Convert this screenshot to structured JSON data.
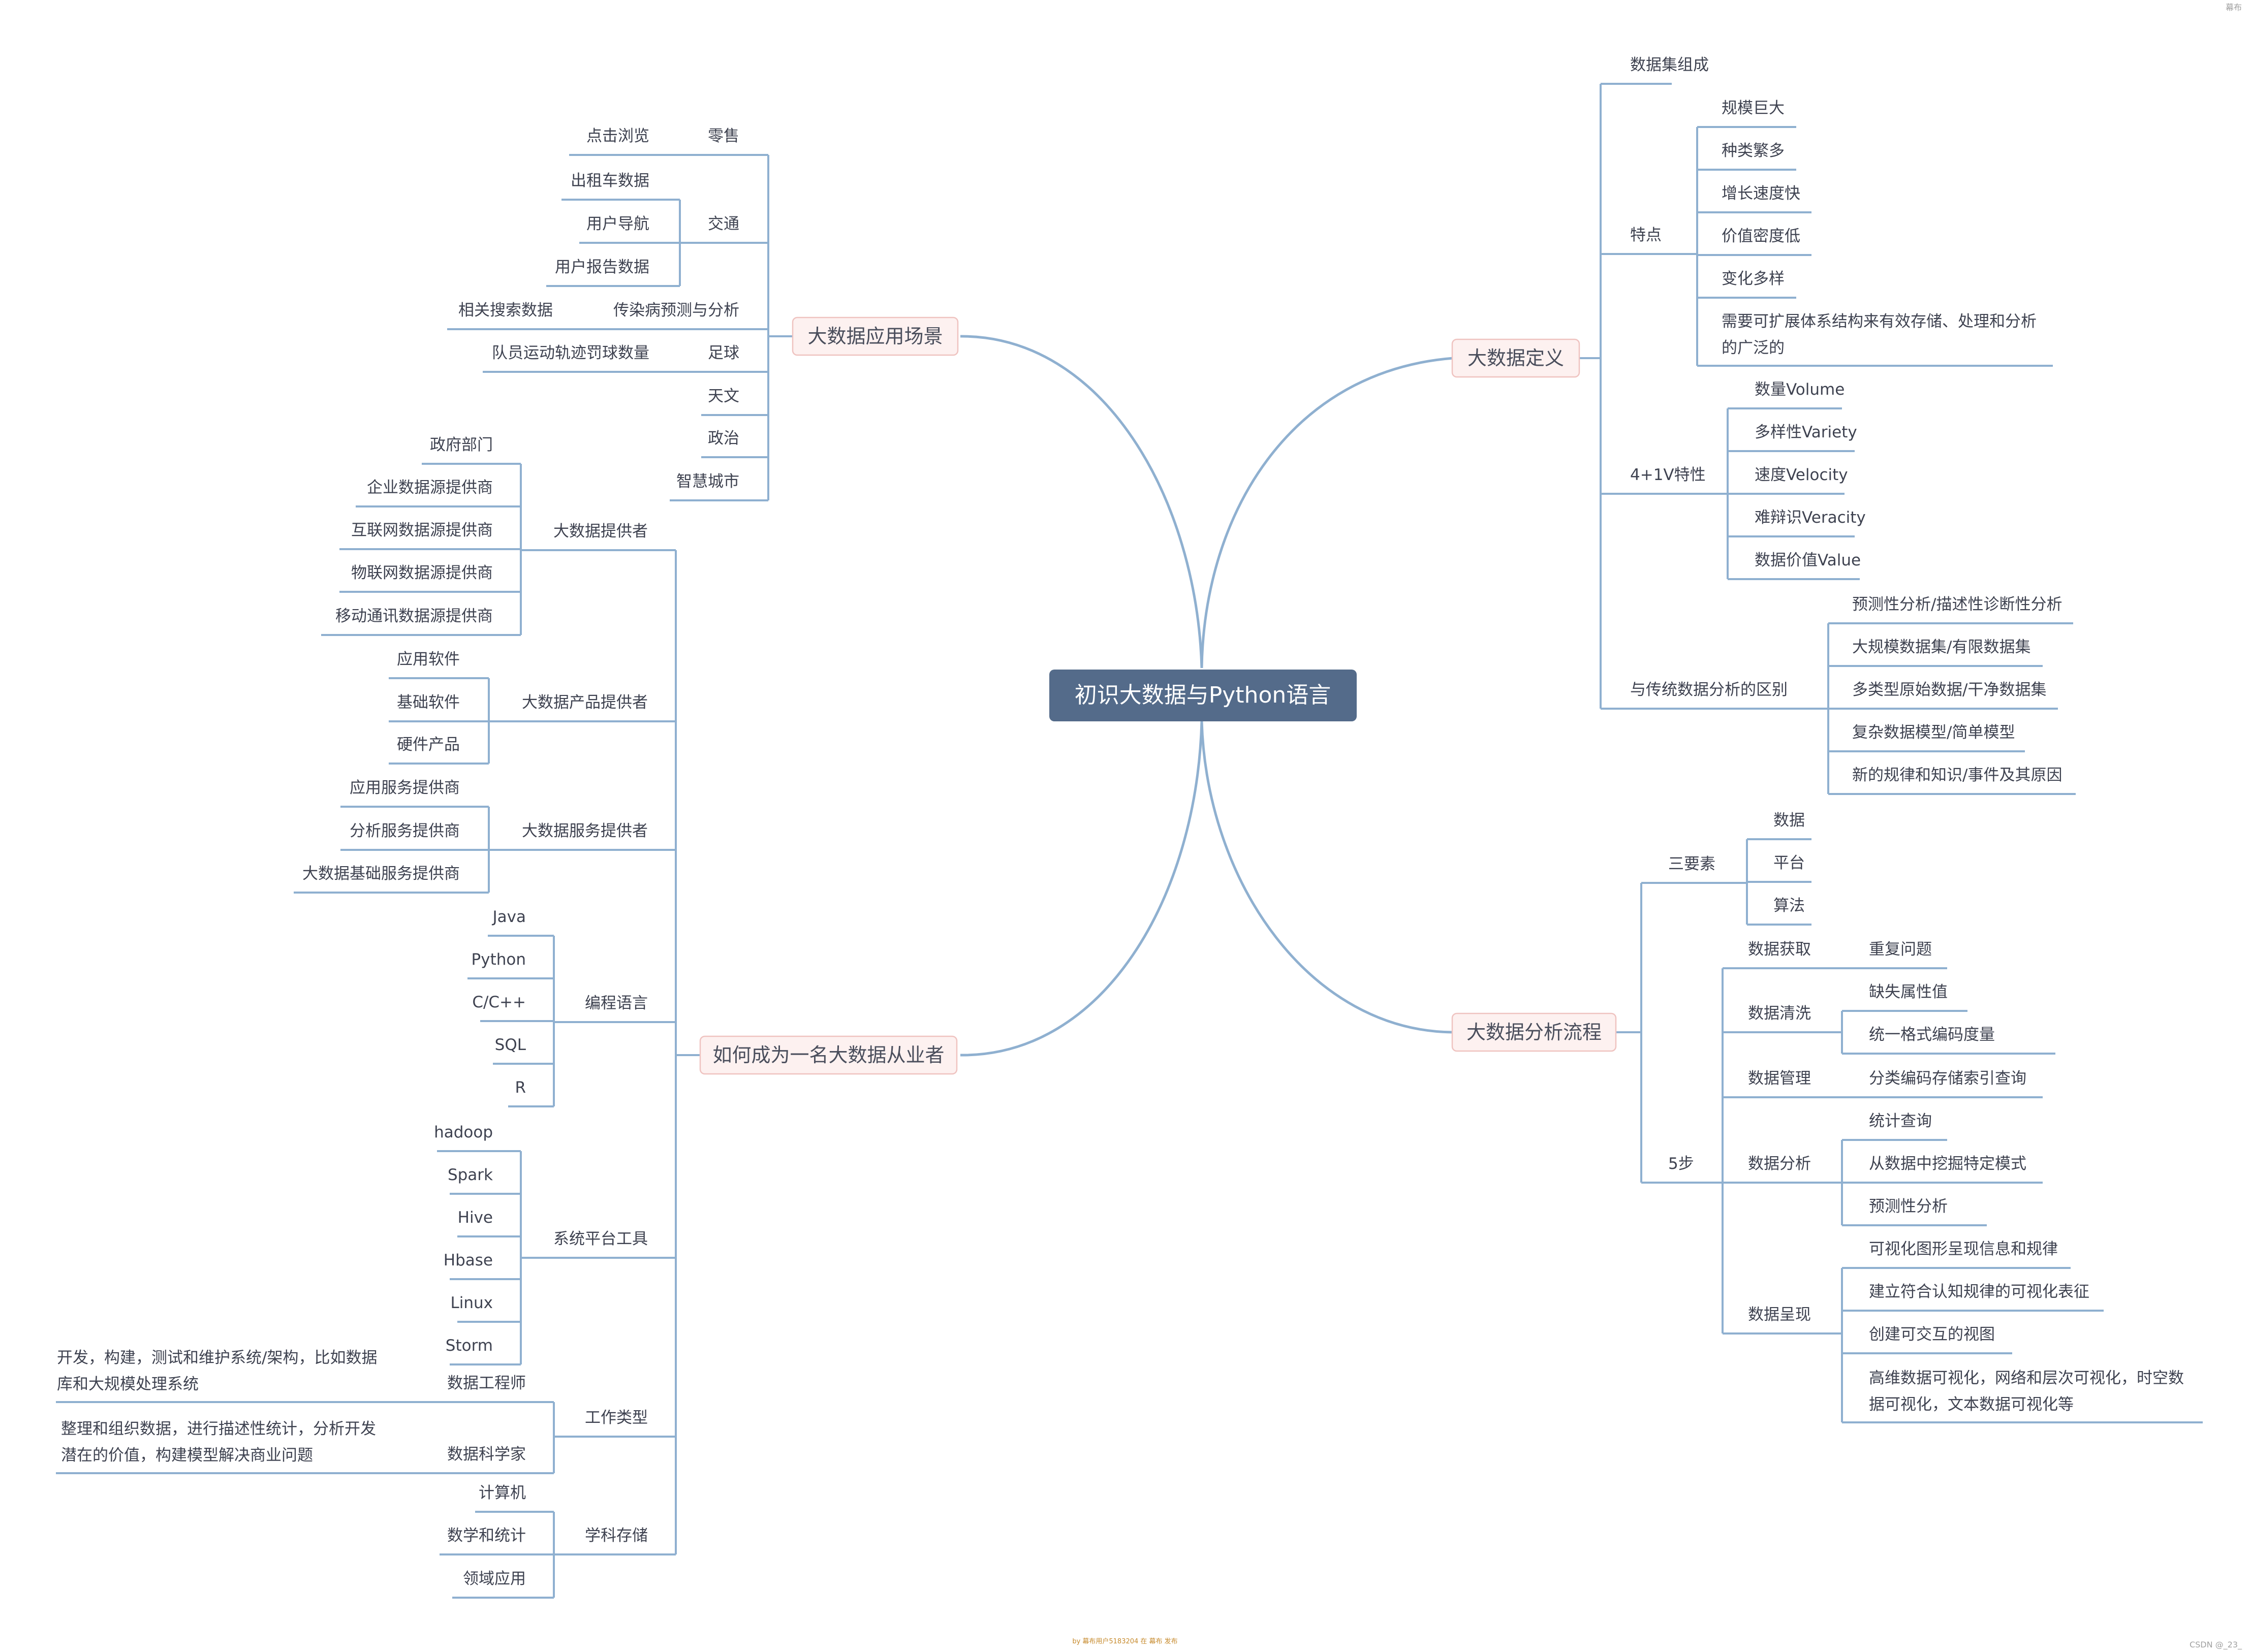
{
  "center": "初识大数据与Python语言",
  "definition": {
    "title": "大数据定义",
    "composition": "数据集组成",
    "features_label": "特点",
    "features": [
      "规模巨大",
      "种类繁多",
      "增长速度快",
      "价值密度低",
      "变化多样",
      [
        "需要可扩展体系结构来有效存储、处理和分析",
        "的广泛的"
      ]
    ],
    "v_label": "4+1V特性",
    "v_items": [
      "数量Volume",
      "多样性Variety",
      "速度Velocity",
      "难辩识Veracity",
      "数据价值Value"
    ],
    "diff_label": "与传统数据分析的区别",
    "diff_items": [
      "预测性分析/描述性诊断性分析",
      "大规模数据集/有限数据集",
      "多类型原始数据/干净数据集",
      "复杂数据模型/简单模型",
      "新的规律和知识/事件及其原因"
    ]
  },
  "process": {
    "title": "大数据分析流程",
    "three_label": "三要素",
    "three_items": [
      "数据",
      "平台",
      "算法"
    ],
    "steps_label": "5步",
    "steps": [
      {
        "name": "数据获取",
        "items": [
          "重复问题"
        ]
      },
      {
        "name": "数据清洗",
        "items": [
          "缺失属性值",
          "统一格式编码度量"
        ]
      },
      {
        "name": "数据管理",
        "items": [
          "分类编码存储索引查询"
        ]
      },
      {
        "name": "数据分析",
        "items": [
          "统计查询",
          "从数据中挖掘特定模式",
          "预测性分析"
        ]
      },
      {
        "name": "数据呈现",
        "items": [
          "可视化图形呈现信息和规律",
          "建立符合认知规律的可视化表征",
          "创建可交互的视图",
          [
            "高维数据可视化，网络和层次可视化，时空数",
            "据可视化，文本数据可视化等"
          ]
        ]
      }
    ]
  },
  "scenarios": {
    "title": "大数据应用场景",
    "retail": {
      "name": "零售",
      "items": [
        "点击浏览"
      ]
    },
    "traffic": {
      "name": "交通",
      "items": [
        "出租车数据",
        "用户导航",
        "用户报告数据"
      ]
    },
    "epidemic": {
      "name": "传染病预测与分析",
      "items": [
        "相关搜索数据"
      ]
    },
    "football": {
      "name": "足球",
      "items": [
        "队员运动轨迹罚球数量"
      ]
    },
    "others": [
      "天文",
      "政治",
      "智慧城市"
    ]
  },
  "career": {
    "title": "如何成为一名大数据从业者",
    "providers": {
      "name": "大数据提供者",
      "items": [
        "政府部门",
        "企业数据源提供商",
        "互联网数据源提供商",
        "物联网数据源提供商",
        "移动通讯数据源提供商"
      ]
    },
    "products": {
      "name": "大数据产品提供者",
      "items": [
        "应用软件",
        "基础软件",
        "硬件产品"
      ]
    },
    "services": {
      "name": "大数据服务提供者",
      "items": [
        "应用服务提供商",
        "分析服务提供商",
        "大数据基础服务提供商"
      ]
    },
    "languages": {
      "name": "编程语言",
      "items": [
        "Java",
        "Python",
        "C/C++",
        "SQL",
        "R"
      ]
    },
    "tools": {
      "name": "系统平台工具",
      "items": [
        "hadoop",
        "Spark",
        "Hive",
        "Hbase",
        "Linux",
        "Storm"
      ]
    },
    "jobs": {
      "name": "工作类型",
      "items": [
        {
          "name": "数据工程师",
          "desc": [
            "开发，构建，测试和维护系统/架构，比如数据",
            "库和大规模处理系统"
          ]
        },
        {
          "name": "数据科学家",
          "desc": [
            "整理和组织数据，进行描述性统计，分析开发",
            "潜在的价值，构建模型解决商业问题"
          ]
        }
      ]
    },
    "disciplines": {
      "name": "学科存储",
      "items": [
        "计算机",
        "数学和统计",
        "领域应用"
      ]
    }
  },
  "footer": "by 幕布用户5183204 在 幕布 发布",
  "corner_right": "CSDN @_23_",
  "corner_top": "幕布"
}
